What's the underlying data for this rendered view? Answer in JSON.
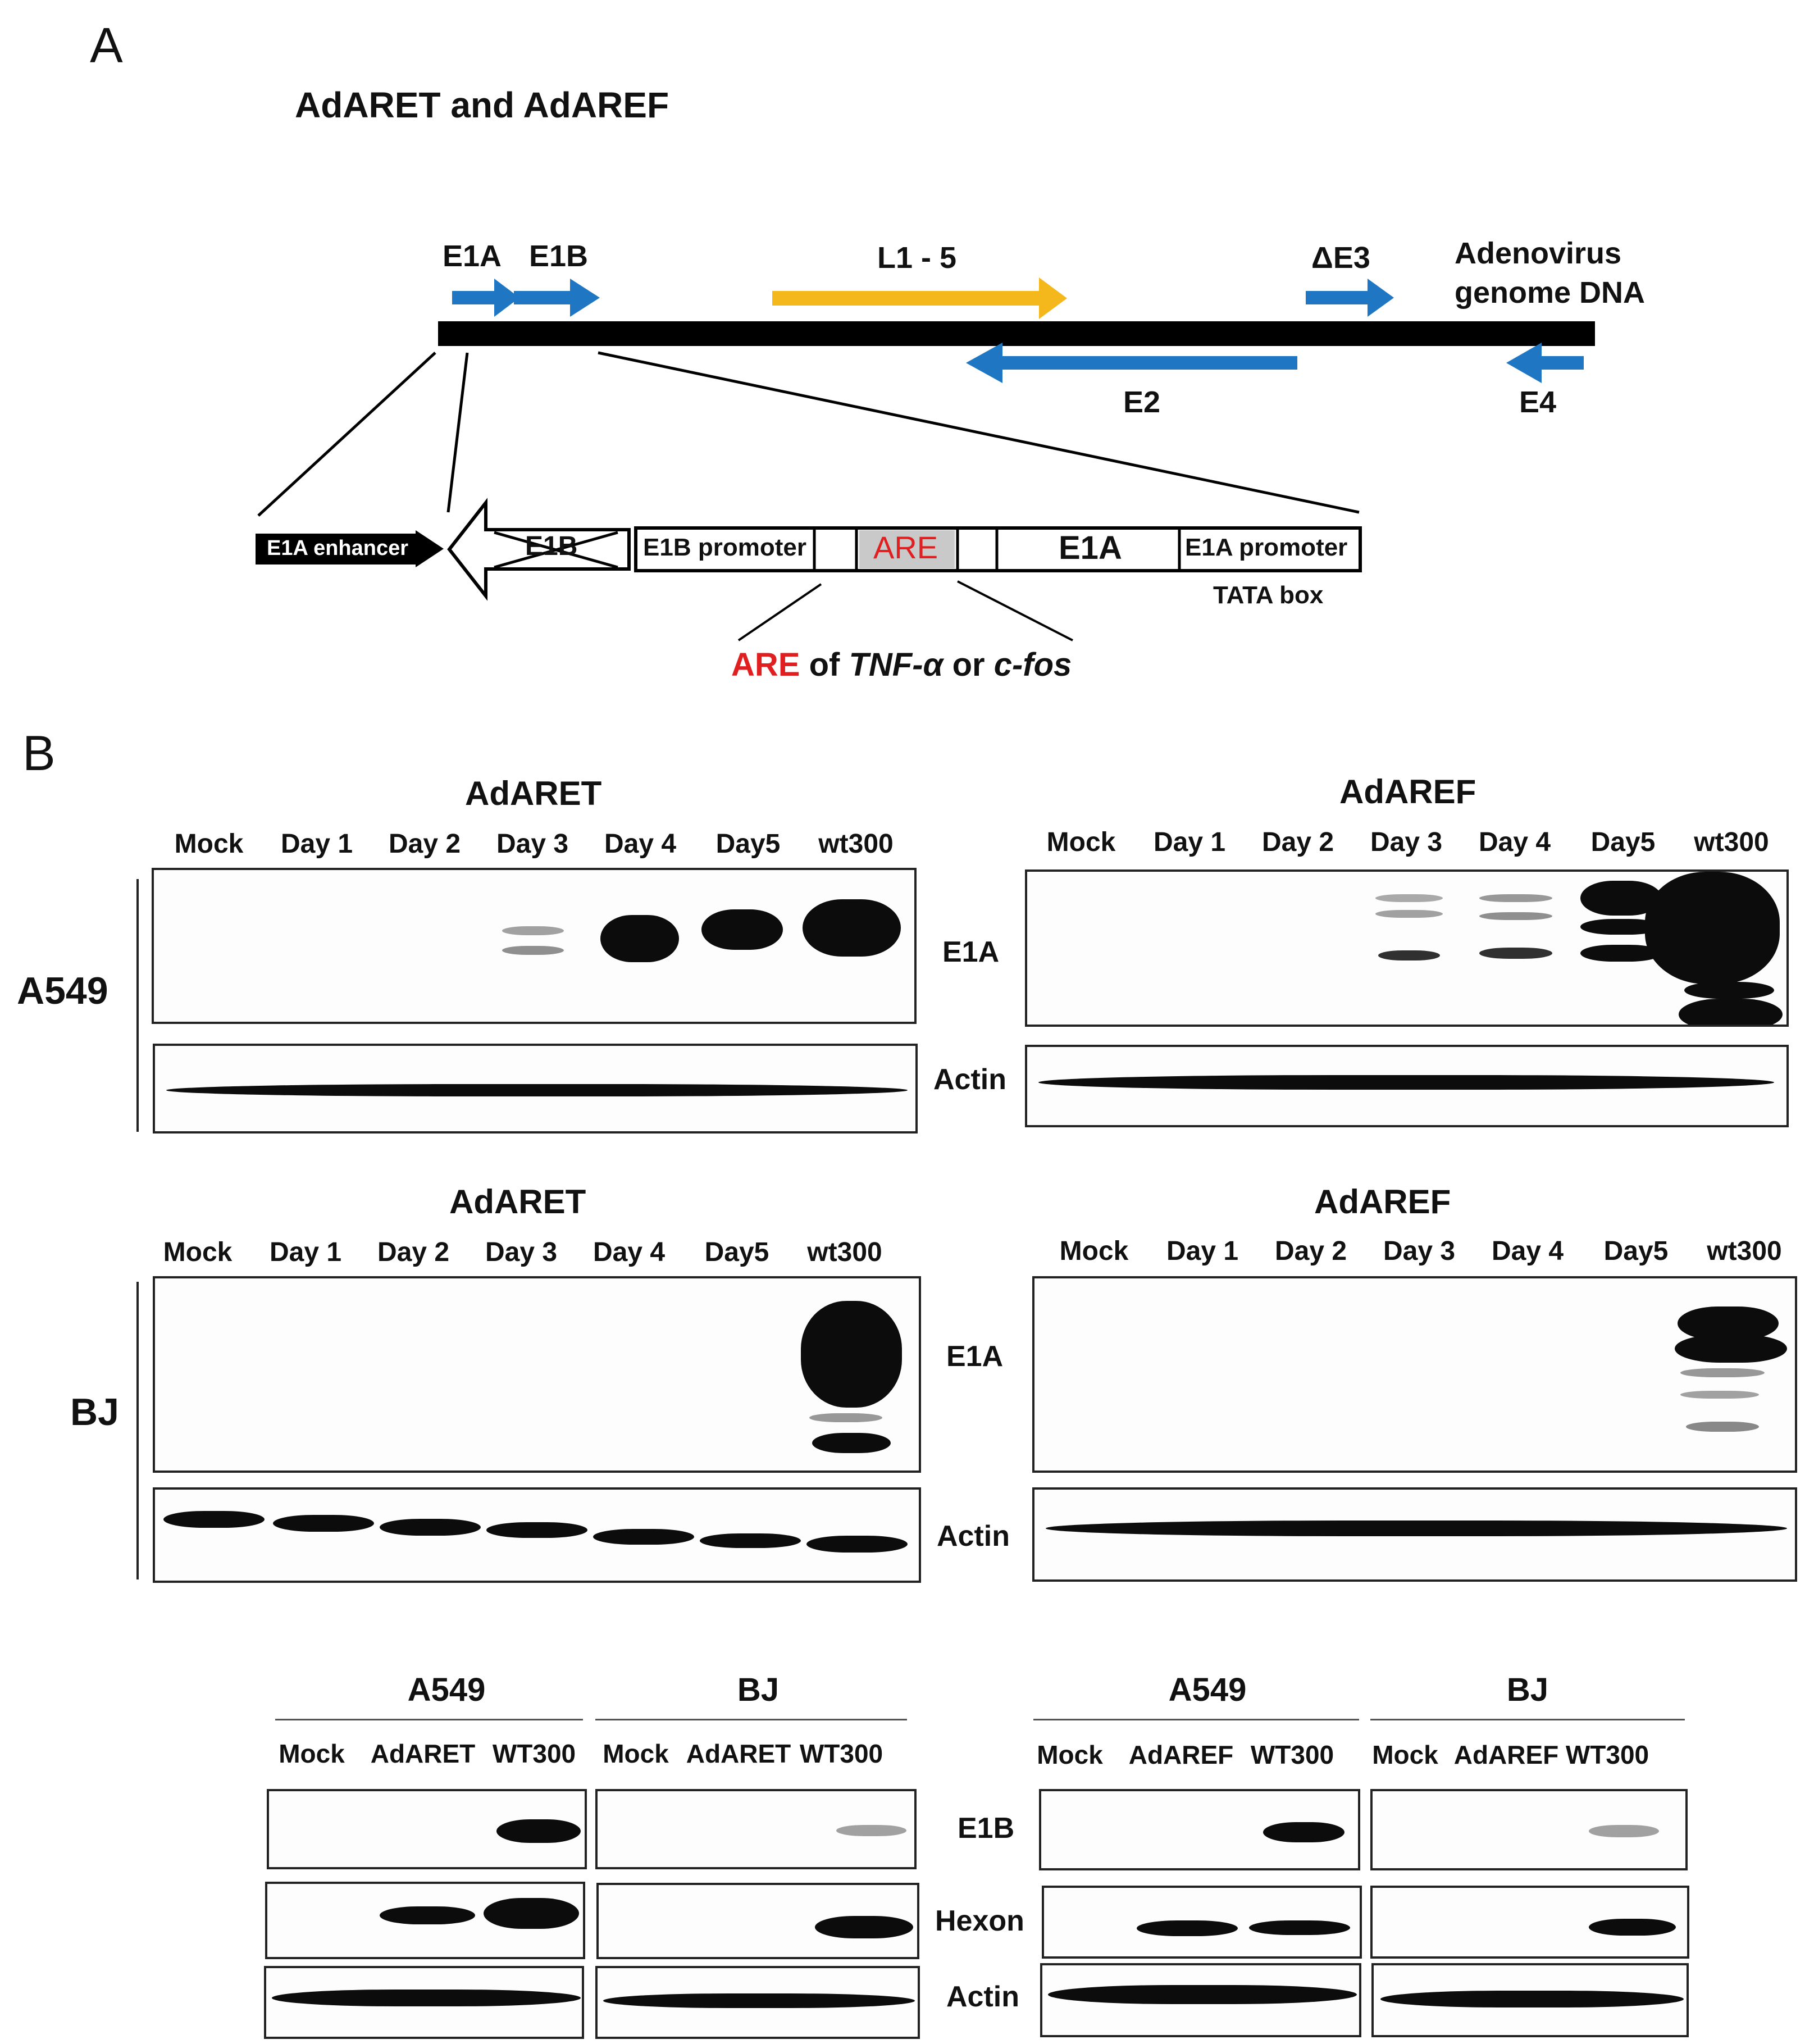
{
  "panel_a": {
    "letter": "A",
    "title": "AdARET and AdAREF",
    "genes": {
      "e1a": "E1A",
      "e1b": "E1B",
      "l1_5": "L1 - 5",
      "e3": "ΔE3",
      "e2": "E2",
      "e4": "E4",
      "genome_line1": "Adenovirus",
      "genome_line2": "genome DNA"
    },
    "construct": {
      "enhancer": "E1A enhancer",
      "e1b_crossed": "E1B",
      "e1b_promoter": "E1B promoter",
      "are": "ARE",
      "e1a": "E1A",
      "e1a_promoter": "E1A promoter",
      "tata": "TATA box"
    },
    "caption": {
      "are": "ARE",
      "of": " of ",
      "tnf": "TNF-α",
      "or": " or ",
      "cfos": "c-fos"
    },
    "colors": {
      "blue": "#1f77c4",
      "yellow": "#f5b81c",
      "red": "#e02020"
    }
  },
  "panel_b": {
    "letter": "B",
    "lanes7": [
      "Mock",
      "Day 1",
      "Day 2",
      "Day 3",
      "Day 4",
      "Day5",
      "wt300"
    ],
    "blot_titles": {
      "aret": "AdARET",
      "aref": "AdAREF"
    },
    "cells": {
      "a549": "A549",
      "bj": "BJ"
    },
    "proteins": {
      "e1a": "E1A",
      "actin": "Actin",
      "e1b": "E1B",
      "hexon": "Hexon"
    },
    "bottom": {
      "left_lanes": [
        "Mock",
        "AdARET",
        "WT300"
      ],
      "right_lanes": [
        "Mock",
        "AdAREF",
        "WT300"
      ]
    }
  }
}
